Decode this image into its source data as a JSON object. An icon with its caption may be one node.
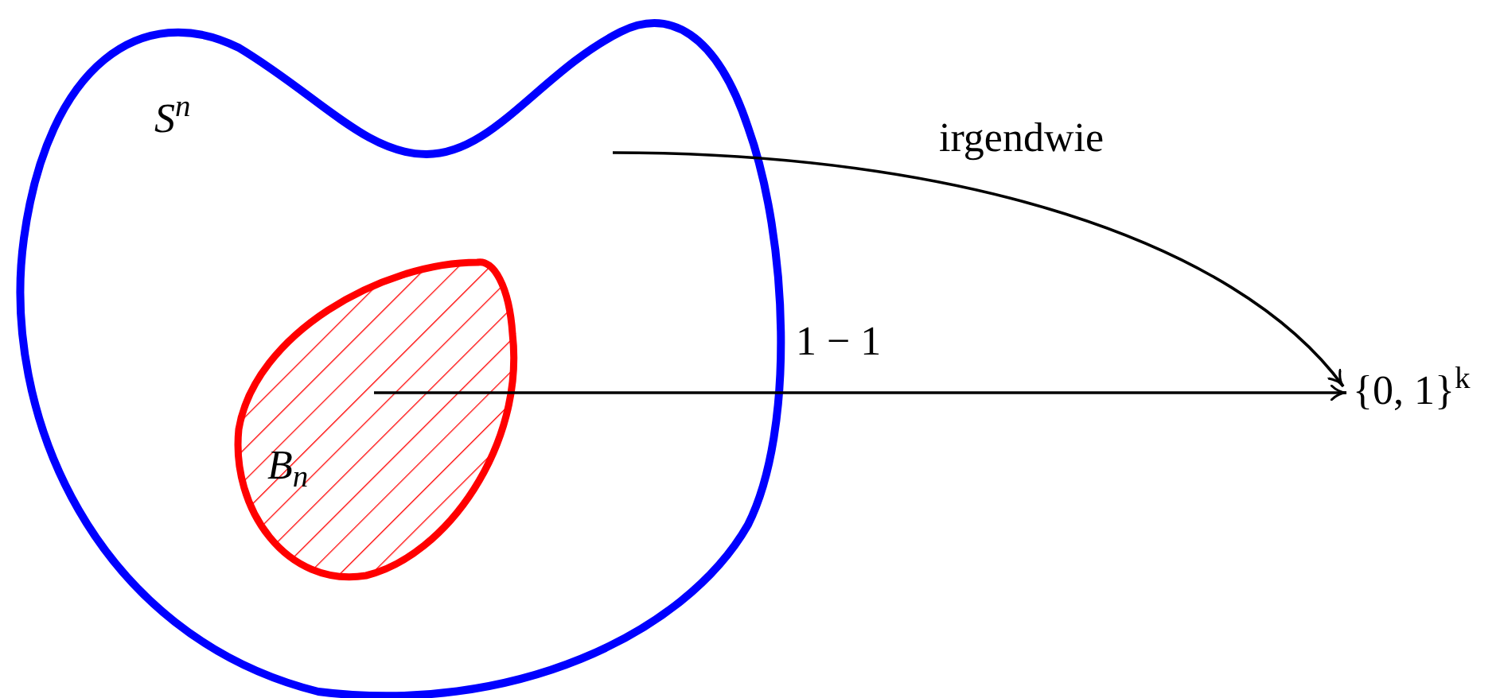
{
  "diagram": {
    "nodes": [
      {
        "text": [
          "S$^{n}$"
        ]
      },
      {
        "text": [
          "B$_{n}$"
        ],
        "in": 0
      },
      {
        "text": [
          "{0, 1}$^{k}$"
        ]
      }
    ],
    "edges": [
      {
        "from": 1,
        "to": 2,
        "arrow": "to",
        "label": "1 − 1"
      },
      {
        "from": 0,
        "to": 2,
        "arrow": "to",
        "label": "irgendwie"
      }
    ]
  }
}
